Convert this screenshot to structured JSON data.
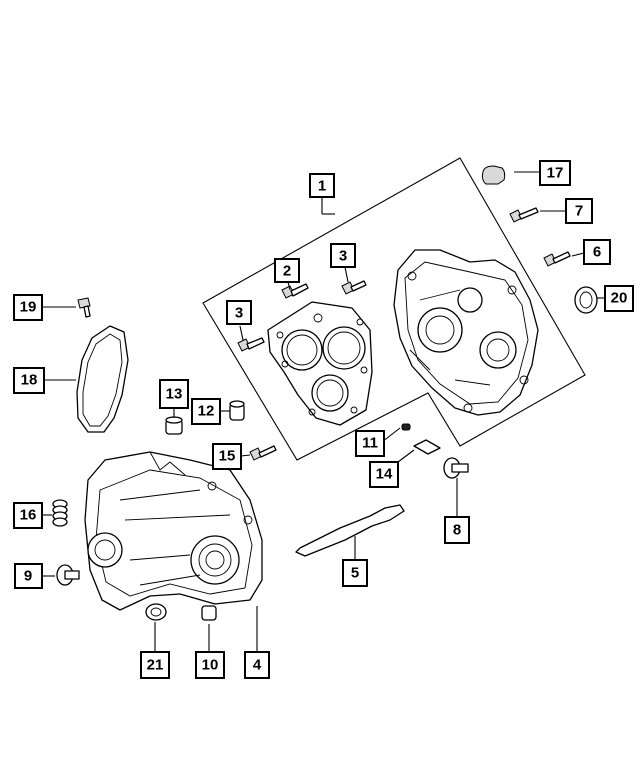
{
  "diagram": {
    "callouts": [
      {
        "id": "c1",
        "label": "1"
      },
      {
        "id": "c2",
        "label": "2"
      },
      {
        "id": "c3a",
        "label": "3"
      },
      {
        "id": "c3b",
        "label": "3"
      },
      {
        "id": "c4",
        "label": "4"
      },
      {
        "id": "c5",
        "label": "5"
      },
      {
        "id": "c6",
        "label": "6"
      },
      {
        "id": "c7",
        "label": "7"
      },
      {
        "id": "c8",
        "label": "8"
      },
      {
        "id": "c9",
        "label": "9"
      },
      {
        "id": "c10",
        "label": "10"
      },
      {
        "id": "c11",
        "label": "11"
      },
      {
        "id": "c12",
        "label": "12"
      },
      {
        "id": "c13",
        "label": "13"
      },
      {
        "id": "c14",
        "label": "14"
      },
      {
        "id": "c15",
        "label": "15"
      },
      {
        "id": "c16",
        "label": "16"
      },
      {
        "id": "c17",
        "label": "17"
      },
      {
        "id": "c18",
        "label": "18"
      },
      {
        "id": "c19",
        "label": "19"
      },
      {
        "id": "c20",
        "label": "20"
      },
      {
        "id": "c21",
        "label": "21"
      }
    ]
  }
}
